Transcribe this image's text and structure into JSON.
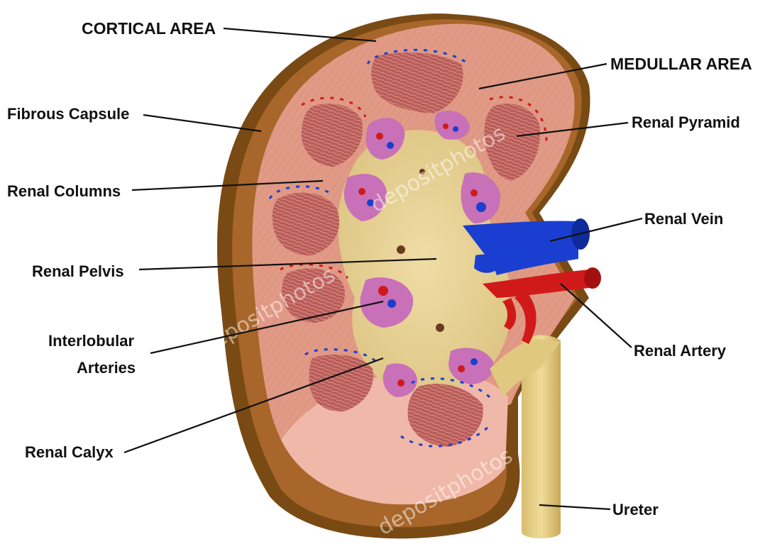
{
  "labels": {
    "cortical_area": "CORTICAL AREA",
    "medullar_area": "MEDULLAR AREA",
    "fibrous_capsule": "Fibrous Capsule",
    "renal_pyramid": "Renal Pyramid",
    "renal_columns": "Renal Columns",
    "renal_vein": "Renal Vein",
    "renal_pelvis": "Renal Pelvis",
    "interlobular_line1": "Interlobular",
    "interlobular_line2": "Arteries",
    "renal_artery": "Renal Artery",
    "renal_calyx": "Renal Calyx",
    "ureter": "Ureter"
  },
  "watermark": "depositphotos",
  "colors": {
    "capsule_outer": "#7a4a14",
    "capsule_mid": "#a8662a",
    "cortex": "#e09a86",
    "cortex_light": "#f0b8a8",
    "pyramid": "#b85c58",
    "pelvis": "#e8d49a",
    "calyx": "#c870b8",
    "vein": "#1a3fd0",
    "artery": "#d01a1a",
    "ureter": "#e0c880"
  }
}
